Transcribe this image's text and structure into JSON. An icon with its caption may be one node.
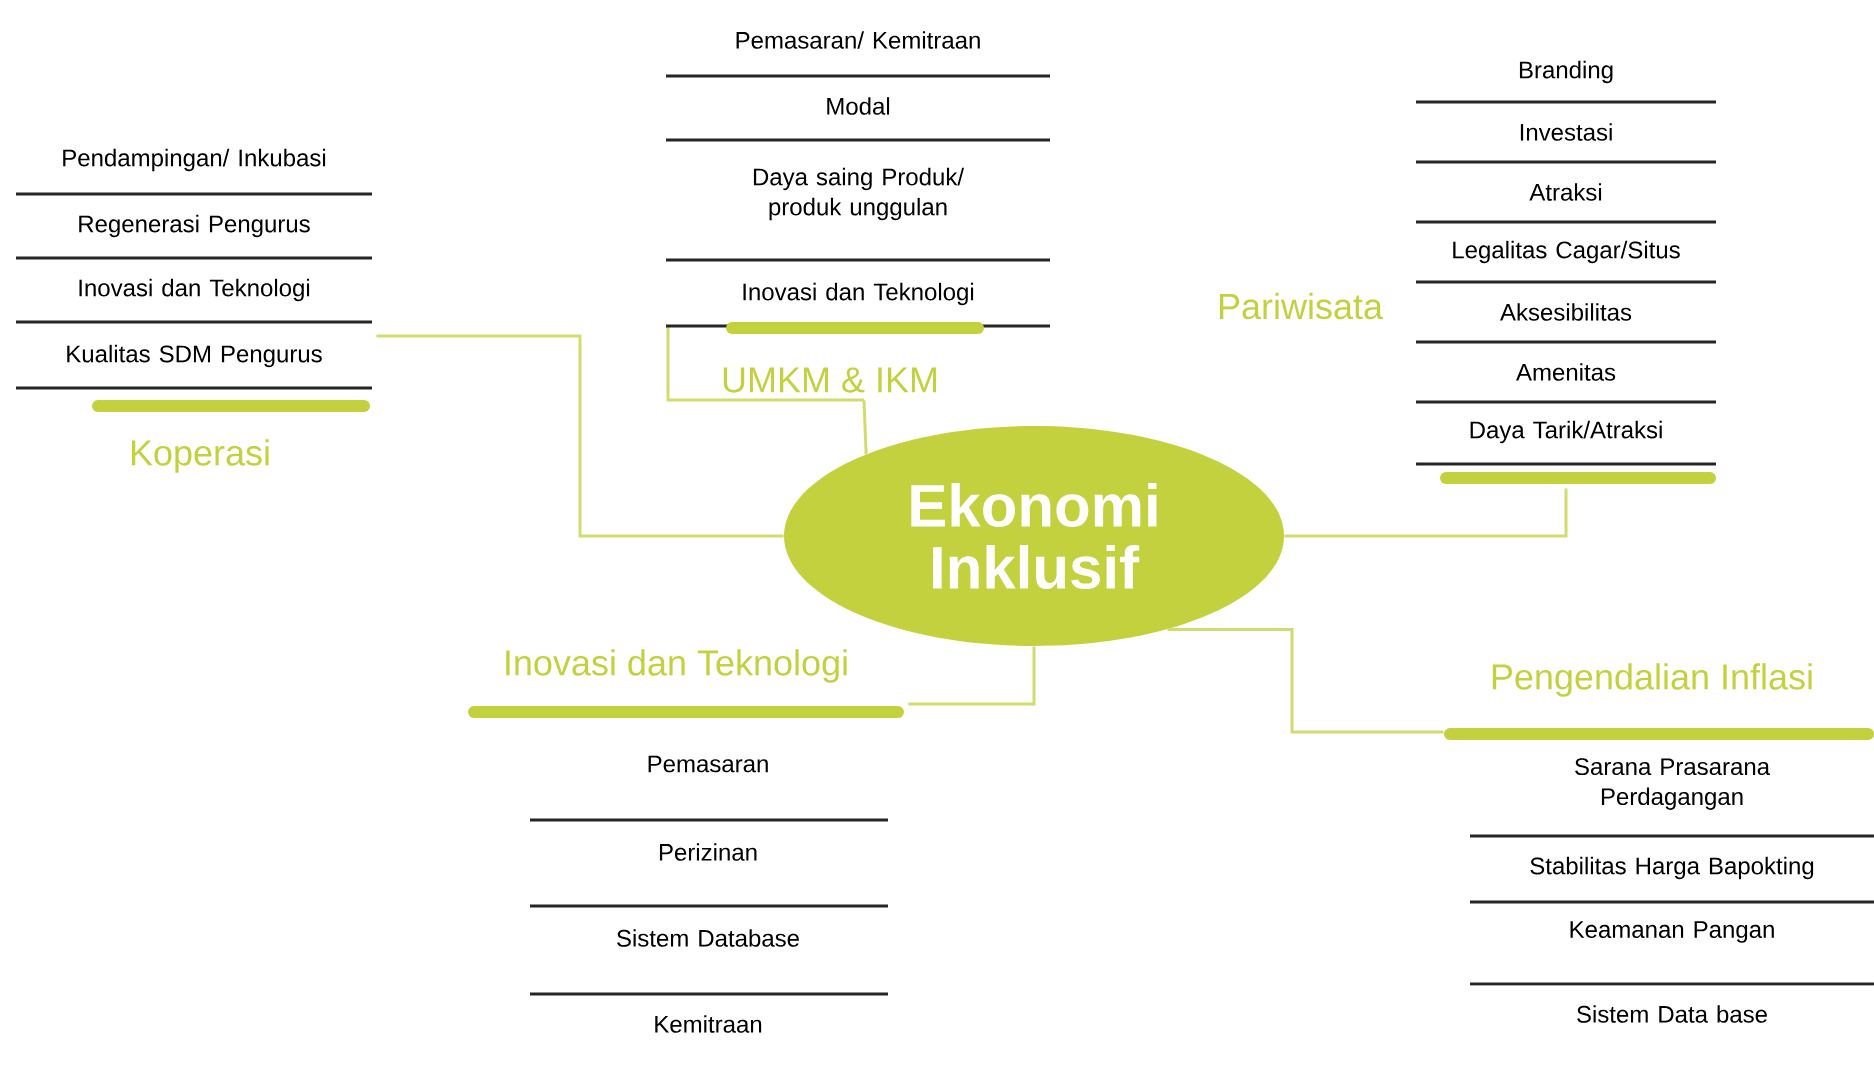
{
  "diagram": {
    "nodes": [
      {
        "text": [
          "Ekonomi Inklusif"
        ]
      },
      {
        "text": [
          "Pendampingan/ Inkubasi",
          "Regenerasi Pengurus",
          "Inovasi dan Teknologi",
          "Kualitas SDM Pengurus",
          "Koperasi"
        ]
      },
      {
        "text": [
          "Pemasaran/ Kemitraan",
          "Modal",
          "Daya saing Produk/ produk unggulan",
          "Inovasi dan Teknologi",
          "UMKM & IKM"
        ]
      },
      {
        "text": [
          "Pariwisata",
          "Branding",
          "Investasi",
          "Atraksi",
          "Legalitas Cagar/Situs",
          "Aksesibilitas",
          "Amenitas",
          "Daya Tarik/Atraksi"
        ]
      },
      {
        "text": [
          "Inovasi dan Teknologi",
          "Pemasaran",
          "Perizinan",
          "Sistem Database",
          "Kemitraan"
        ]
      },
      {
        "text": [
          "Pengendalian Inflasi",
          "Sarana Prasarana Perdagangan",
          "Stabilitas Harga Bapokting",
          "Keamanan Pangan",
          "Sistem Data base"
        ]
      }
    ],
    "edges": [
      {
        "from": 0,
        "to": 1,
        "arrow": "none"
      },
      {
        "from": 0,
        "to": 2,
        "arrow": "none"
      },
      {
        "from": 0,
        "to": 3,
        "arrow": "none"
      },
      {
        "from": 0,
        "to": 4,
        "arrow": "none"
      },
      {
        "from": 0,
        "to": 5,
        "arrow": "none"
      }
    ]
  }
}
